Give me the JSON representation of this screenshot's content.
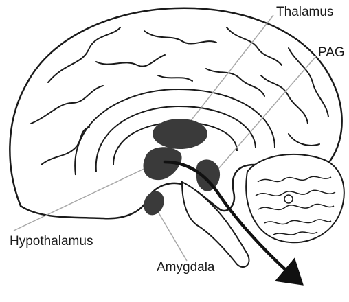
{
  "labels": {
    "thalamus": "Thalamus",
    "pag": "PAG",
    "hypothalamus": "Hypothalamus",
    "amygdala": "Amygdala"
  },
  "colors": {
    "outline": "#1a1a1a",
    "structure_fill": "#3a3a3a",
    "leader_line": "#a8a8a8",
    "background": "#ffffff"
  }
}
